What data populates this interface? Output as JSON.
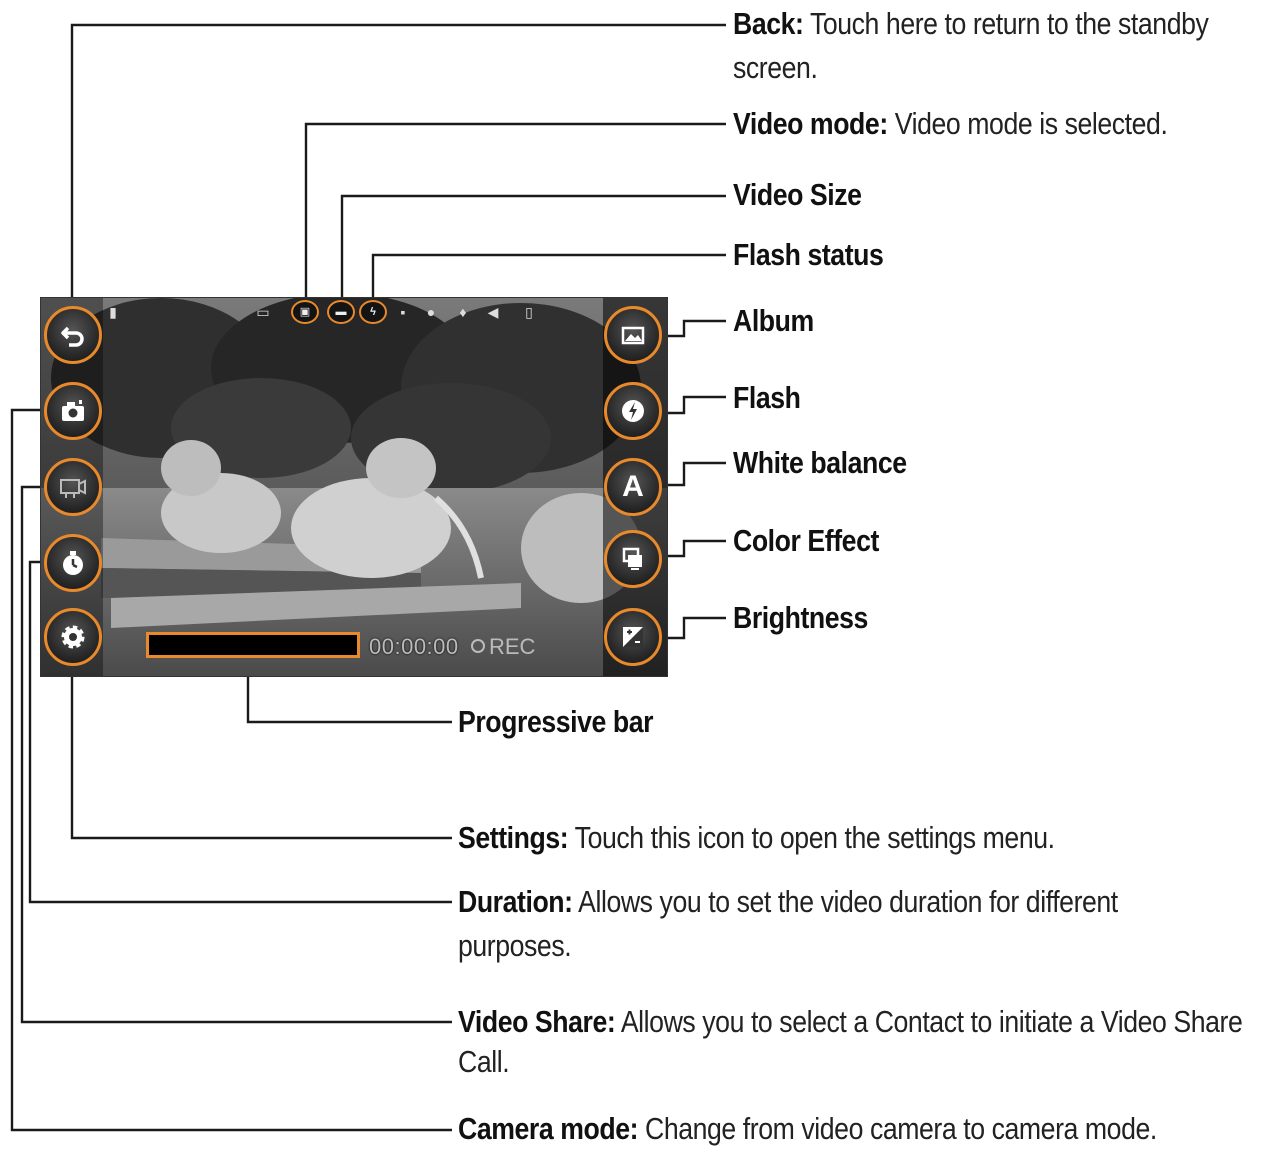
{
  "callouts": {
    "back": {
      "term": "Back:",
      "desc": " Touch here to return to the standby screen."
    },
    "video_mode": {
      "term": "Video mode:",
      "desc": " Video mode is selected."
    },
    "video_size": {
      "term": "Video Size"
    },
    "flash_status": {
      "term": "Flash status"
    },
    "album": {
      "term": "Album"
    },
    "flash": {
      "term": "Flash"
    },
    "white_balance": {
      "term": "White balance"
    },
    "color_effect": {
      "term": "Color Effect"
    },
    "brightness": {
      "term": "Brightness"
    },
    "progressive_bar": {
      "term": "Progressive bar"
    },
    "settings": {
      "term": "Settings:",
      "desc": " Touch this icon to open the settings menu."
    },
    "duration": {
      "term": "Duration:",
      "desc": " Allows you to set the video duration for different purposes."
    },
    "video_share": {
      "term": "Video Share:",
      "desc": " Allows you to select a Contact to initiate a Video Share Call."
    },
    "camera_mode": {
      "term": "Camera mode:",
      "desc": " Change from video camera to camera mode."
    }
  },
  "screen": {
    "rec_time": "00:00:00",
    "rec_label": "REC",
    "white_balance_glyph": "A",
    "progress_fraction": 0,
    "accent_color": "#e8892b"
  },
  "icons": {
    "left_column": [
      "back-icon",
      "camera-mode-icon",
      "video-share-icon",
      "duration-icon",
      "settings-icon"
    ],
    "right_column": [
      "album-icon",
      "flash-icon",
      "white-balance-icon",
      "color-effect-icon",
      "brightness-icon"
    ],
    "status_bar": [
      "signal-icon",
      "battery-icon",
      "video-mode-icon",
      "video-size-icon",
      "flash-status-icon",
      "image-icon",
      "timer-icon",
      "mic-icon",
      "speaker-icon",
      "storage-icon"
    ]
  }
}
